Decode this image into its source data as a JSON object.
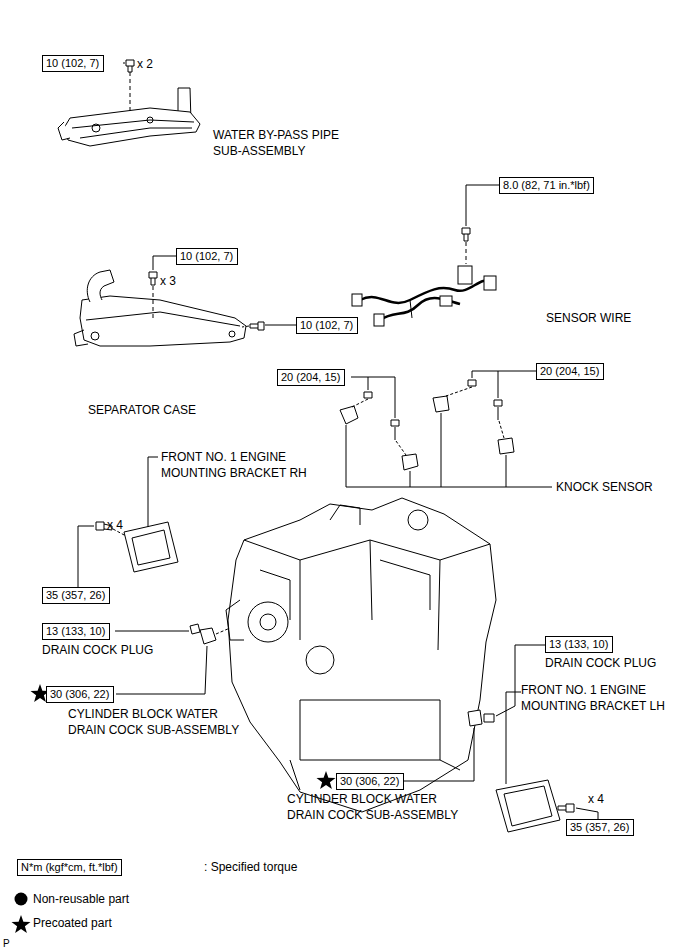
{
  "diagram": {
    "nodes": [
      {
        "text": [
          "10 (102, 7)"
        ]
      },
      {
        "text": [
          "8.0 (82, 71 in.*lbf)"
        ]
      },
      {
        "text": [
          "10 (102, 7)"
        ]
      },
      {
        "text": [
          "10 (102, 7)"
        ]
      },
      {
        "text": [
          "20 (204, 15)"
        ]
      },
      {
        "text": [
          "20 (204, 15)"
        ]
      },
      {
        "text": [
          "35 (357, 26)"
        ]
      },
      {
        "text": [
          "13 (133, 10)"
        ]
      },
      {
        "text": [
          "13 (133, 10)"
        ]
      },
      {
        "text": [
          "30 (306, 22)"
        ]
      },
      {
        "text": [
          "30 (306, 22)"
        ]
      },
      {
        "text": [
          "35 (357, 26)"
        ]
      },
      {
        "text": [
          "N*m (kgf*cm, ft.*lbf)"
        ]
      }
    ],
    "edges": [],
    "labels": [
      "x 2",
      "WATER BY-PASS PIPE SUB-ASSEMBLY",
      "x 3",
      "SENSOR WIRE",
      "SEPARATOR CASE",
      "FRONT NO. 1 ENGINE MOUNTING BRACKET RH",
      "KNOCK SENSOR",
      "x 4",
      "DRAIN COCK PLUG",
      "DRAIN COCK PLUG",
      "FRONT NO. 1 ENGINE MOUNTING BRACKET LH",
      "CYLINDER BLOCK WATER DRAIN COCK SUB-ASSEMBLY",
      "CYLINDER BLOCK WATER DRAIN COCK SUB-ASSEMBLY",
      "x 4",
      "P"
    ],
    "legend": [
      {
        "text": ": Specified torque"
      },
      {
        "text": "Non-reusable part"
      },
      {
        "text": "Precoated part"
      }
    ]
  }
}
